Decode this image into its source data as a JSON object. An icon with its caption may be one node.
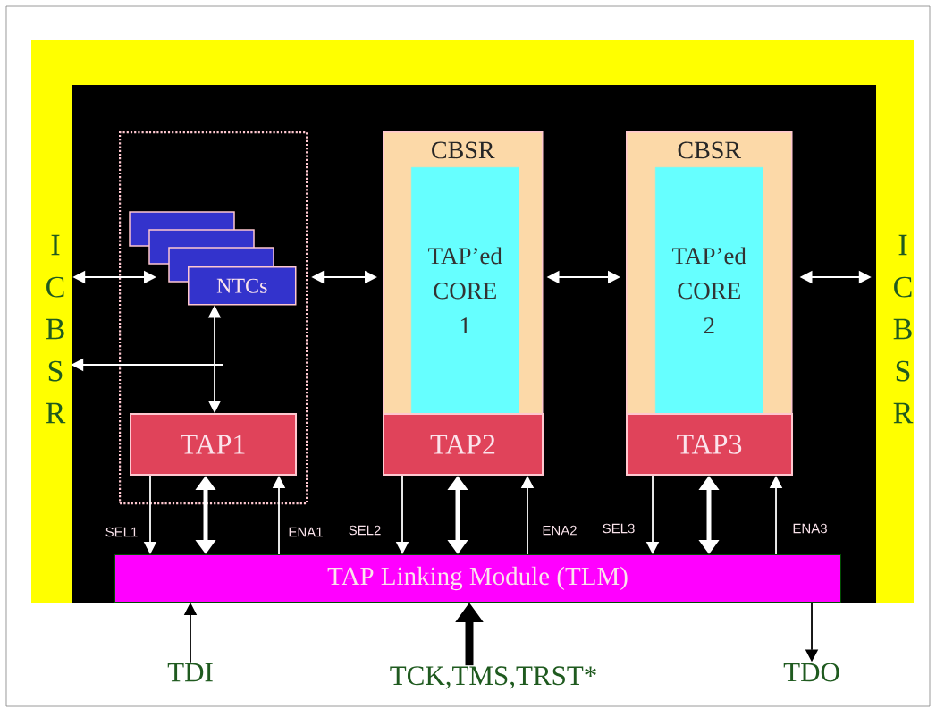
{
  "diagram": {
    "nodes": [
      {
        "text": [
          "I C B S R"
        ]
      },
      {
        "text": [],
        "shape": "box"
      },
      {
        "text": [
          "NTCs"
        ],
        "in": 1
      },
      {
        "text": [
          "TAP1"
        ],
        "in": 1
      },
      {
        "text": [
          "CBSR"
        ]
      },
      {
        "text": [
          "TAP’ed CORE 1"
        ],
        "in": 4
      },
      {
        "text": [
          "TAP2"
        ],
        "in": 4
      },
      {
        "text": [
          "CBSR"
        ]
      },
      {
        "text": [
          "TAP’ed CORE 2"
        ],
        "in": 7
      },
      {
        "text": [
          "TAP3"
        ],
        "in": 7
      },
      {
        "text": [
          "I C B S R"
        ]
      },
      {
        "text": [
          "TAP Linking Module (TLM)"
        ]
      },
      {
        "text": [
          "TDI"
        ]
      },
      {
        "text": [
          "TCK,TMS,TRST*"
        ]
      },
      {
        "text": [
          "TDO"
        ]
      }
    ],
    "edges": [
      {
        "from": 0,
        "to": 2,
        "arrow": "both"
      },
      {
        "from": 1,
        "to": 4,
        "arrow": "both"
      },
      {
        "from": 4,
        "to": 7,
        "arrow": "both"
      },
      {
        "from": 7,
        "to": 10,
        "arrow": "both"
      },
      {
        "from": 2,
        "to": 3,
        "arrow": "both"
      },
      {
        "from": null,
        "to": 0,
        "arrow": "to"
      },
      {
        "from": 3,
        "to": 11,
        "arrow": "to",
        "label": "SEL1"
      },
      {
        "from": 3,
        "to": 11,
        "arrow": "both",
        "style": "thick"
      },
      {
        "from": 11,
        "to": 3,
        "arrow": "to",
        "label": "ENA1"
      },
      {
        "from": 6,
        "to": 11,
        "arrow": "to",
        "label": "SEL2"
      },
      {
        "from": 6,
        "to": 11,
        "arrow": "both",
        "style": "thick"
      },
      {
        "from": 11,
        "to": 6,
        "arrow": "to",
        "label": "ENA2"
      },
      {
        "from": 9,
        "to": 11,
        "arrow": "to",
        "label": "SEL3"
      },
      {
        "from": 9,
        "to": 11,
        "arrow": "both",
        "style": "thick"
      },
      {
        "from": 11,
        "to": 9,
        "arrow": "to",
        "label": "ENA3"
      },
      {
        "from": 12,
        "to": 11,
        "arrow": "to",
        "color": "#000000"
      },
      {
        "from": 13,
        "to": 11,
        "arrow": "to",
        "style": "thick",
        "color": "#000000"
      },
      {
        "from": 11,
        "to": 14,
        "arrow": "to",
        "color": "#000000"
      }
    ]
  }
}
